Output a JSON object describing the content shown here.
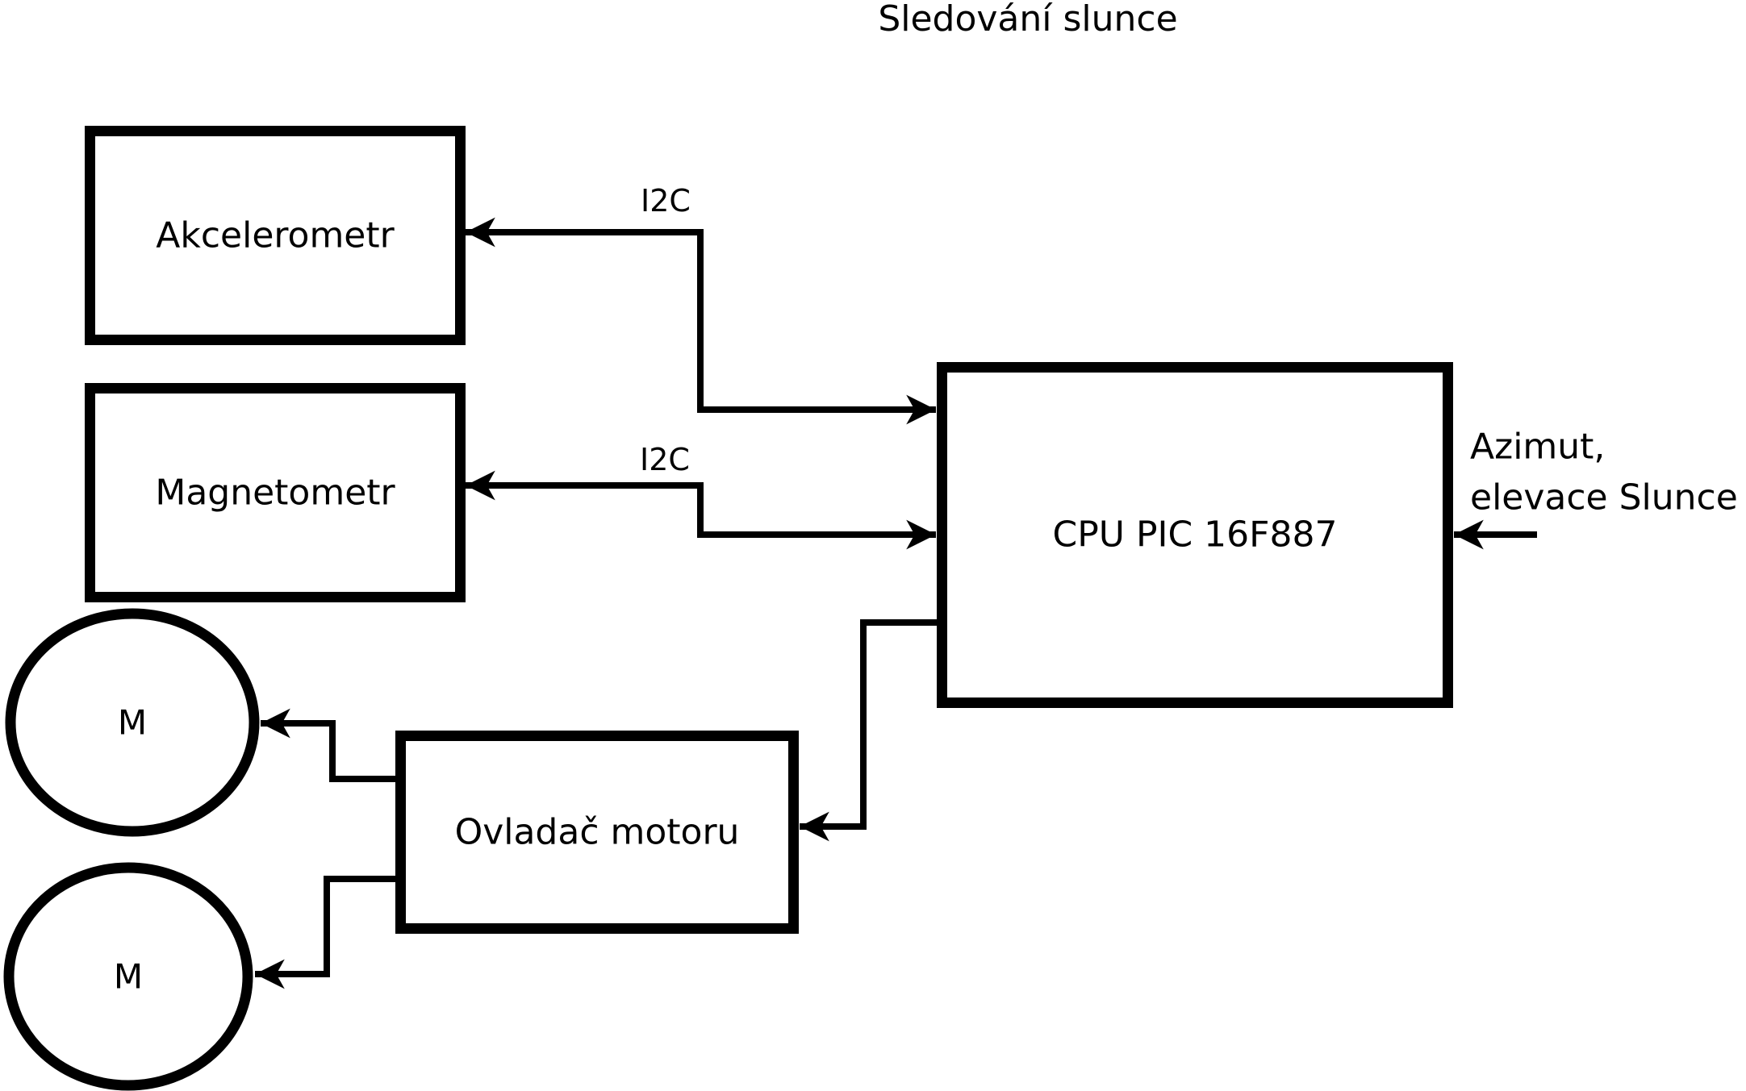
{
  "title": "Sledování slunce",
  "colors": {
    "ink": "#000000",
    "background": "#ffffff"
  },
  "nodes": {
    "accelerometer": {
      "label": "Akcelerometr"
    },
    "magnetometer": {
      "label": "Magnetometr"
    },
    "cpu": {
      "label": "CPU PIC 16F887"
    },
    "motor_driver": {
      "label": "Ovladač motoru"
    },
    "motor_top": {
      "label": "M"
    },
    "motor_bottom": {
      "label": "M"
    }
  },
  "edge_labels": {
    "i2c_top": "I2C",
    "i2c_bottom": "I2C"
  },
  "cpu_input": {
    "line1": "Azimut,",
    "line2": "elevace Slunce"
  }
}
